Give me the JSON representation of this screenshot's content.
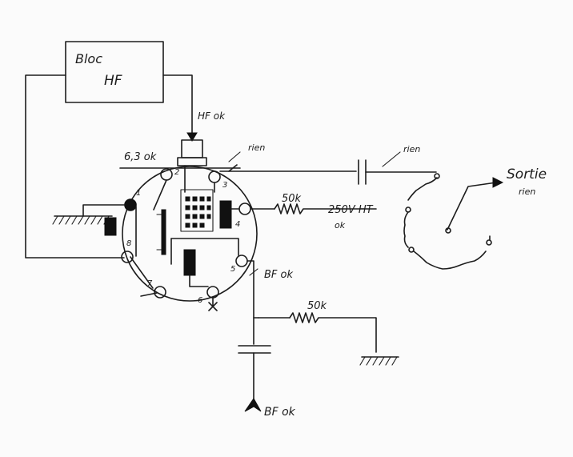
{
  "labels": {
    "bloc": "Bloc",
    "hf": "HF",
    "hf_ok": "HF ok",
    "filament": "6,3 ok",
    "rien_top": "rien",
    "rien_cap": "rien",
    "res_50k_top": "50k",
    "ht": "250V HT",
    "ht_ok": "ok",
    "bf_ok_right": "BF ok",
    "res_50k_bottom": "50k",
    "sortie": "Sortie",
    "sortie_rien": "rien",
    "bf_ok_bottom": "BF ok"
  },
  "pins": [
    "1",
    "2",
    "3",
    "4",
    "5",
    "6",
    "7",
    "8"
  ],
  "ink_color": "#1c1c1c",
  "paper_color": "#fbfbfb"
}
